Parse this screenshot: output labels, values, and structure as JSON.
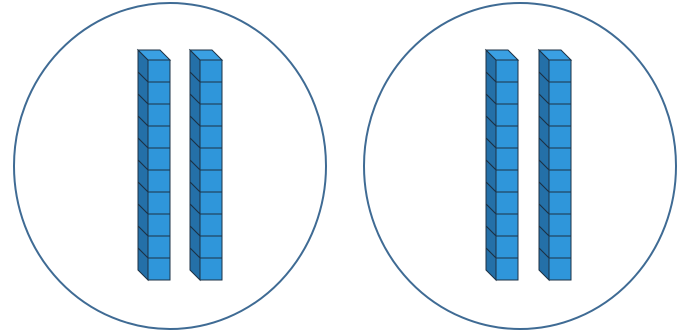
{
  "figure": {
    "groups": [
      {
        "rods": 2,
        "cubes_per_rod": 10
      },
      {
        "rods": 2,
        "cubes_per_rod": 10
      }
    ],
    "colors": {
      "circle_outline": "#3f6b94",
      "cube_front": "#2f96da",
      "cube_side": "#2470a8",
      "cube_top": "#3aa0e3",
      "cube_edge": "#1c3144"
    }
  }
}
